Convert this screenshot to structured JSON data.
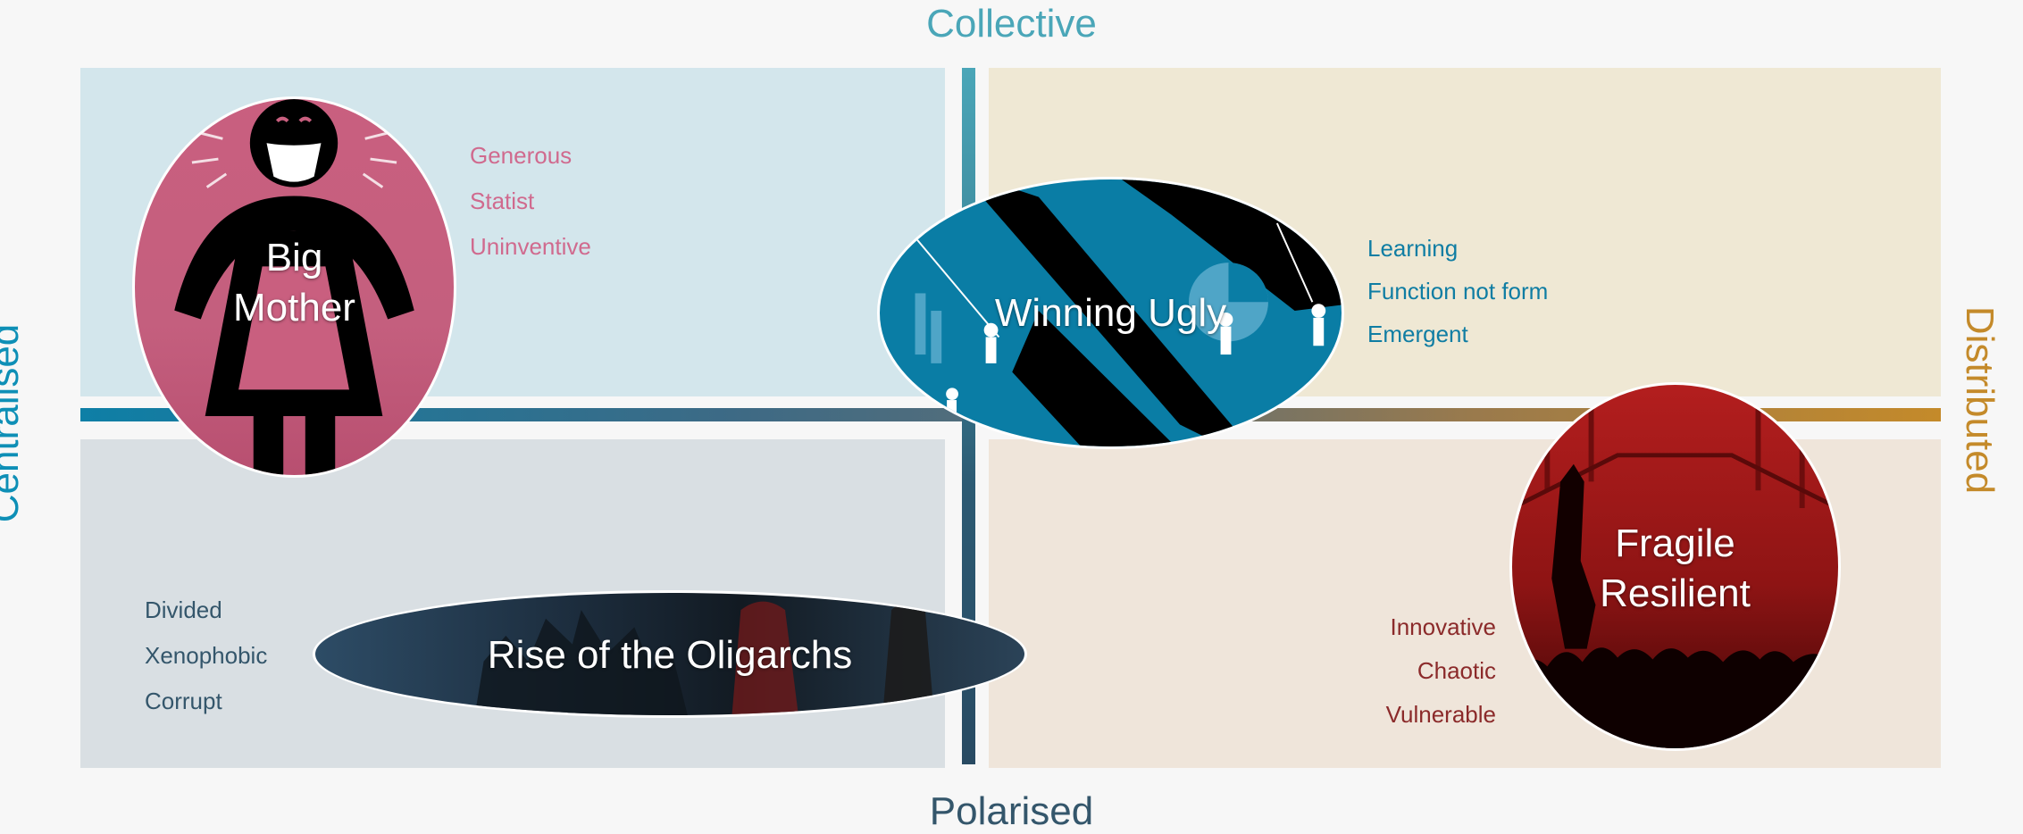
{
  "axes": {
    "top": "Collective",
    "bottom": "Polarised",
    "left": "Centralised",
    "right": "Distributed"
  },
  "scenarios": {
    "big_mother": {
      "title_line1": "Big",
      "title_line2": "Mother",
      "traits": [
        "Generous",
        "Statist",
        "Uninventive"
      ]
    },
    "winning_ugly": {
      "title": "Winning Ugly",
      "traits": [
        "Learning",
        "Function not form",
        "Emergent"
      ]
    },
    "oligarchs": {
      "title": "Rise of the Oligarchs",
      "traits": [
        "Divided",
        "Xenophobic",
        "Corrupt"
      ]
    },
    "fragile": {
      "title_line1": "Fragile",
      "title_line2": "Resilient",
      "traits": [
        "Innovative",
        "Chaotic",
        "Vulnerable"
      ]
    }
  },
  "colors": {
    "collective": "#4aa6b8",
    "polarised": "#34566b",
    "centralised": "#0e8fb6",
    "distributed": "#c48a2a",
    "big_mother_traits": "#d06a8e",
    "winning_ugly_traits": "#0f7da3",
    "oligarchs_traits": "#34566b",
    "fragile_traits": "#8b2a2a"
  },
  "icons": {
    "big_mother": "woman-with-mask-icon",
    "winning_ugly": "climbers-on-chain-icon",
    "oligarchs": "crowd-silhouette-icon",
    "fragile": "red-crowd-icon"
  }
}
